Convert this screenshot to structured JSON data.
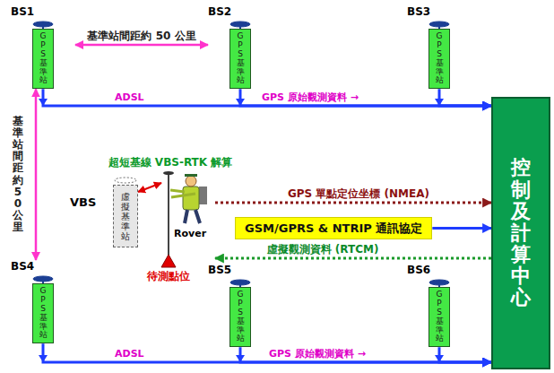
{
  "diagram": {
    "nodes": [
      {
        "text": [
          "BS1",
          "GPS基準站"
        ]
      },
      {
        "text": [
          "BS2",
          "GPS基準站"
        ]
      },
      {
        "text": [
          "BS3",
          "GPS基準站"
        ]
      },
      {
        "text": [
          "控制及計算中心"
        ]
      },
      {
        "text": [
          "VBS",
          "虛擬基準站"
        ]
      },
      {
        "text": [
          "Rover"
        ]
      },
      {
        "text": [
          "GSM/GPRS & NTRIP 通訊協定"
        ]
      },
      {
        "text": [
          "BS4",
          "GPS基準站"
        ]
      },
      {
        "text": [
          "BS5",
          "GPS基準站"
        ]
      },
      {
        "text": [
          "BS6",
          "GPS基準站"
        ]
      }
    ],
    "edges": [
      {
        "from": 0,
        "to": 1,
        "arrow": "both",
        "label": "基準站間距約 50 公里"
      },
      {
        "from": 0,
        "to": 7,
        "arrow": "both",
        "label": "基準站間距約50公里"
      },
      {
        "from": 0,
        "to": 3,
        "arrow": "to"
      },
      {
        "from": 1,
        "to": 3,
        "arrow": "to"
      },
      {
        "from": 2,
        "to": 3,
        "arrow": "to"
      },
      {
        "from": 7,
        "to": 3,
        "arrow": "to"
      },
      {
        "from": 8,
        "to": 3,
        "arrow": "to"
      },
      {
        "from": 9,
        "to": 3,
        "arrow": "to"
      },
      {
        "from": 4,
        "to": 5,
        "arrow": "both",
        "label": "超短基線 VBS-RTK 解算"
      },
      {
        "from": 5,
        "to": 3,
        "arrow": "to",
        "label": "GPS 單點定位坐標 (NMEA)"
      },
      {
        "from": 6,
        "to": 3,
        "arrow": "to"
      },
      {
        "from": 3,
        "to": 5,
        "arrow": "to",
        "label": "虛擬觀測資料 (RTCM)"
      }
    ],
    "labels": [
      "ADSL",
      "GPS 原始觀測資料 →",
      "待測點位",
      "ADSL",
      "GPS 原始觀測資料 →"
    ]
  }
}
